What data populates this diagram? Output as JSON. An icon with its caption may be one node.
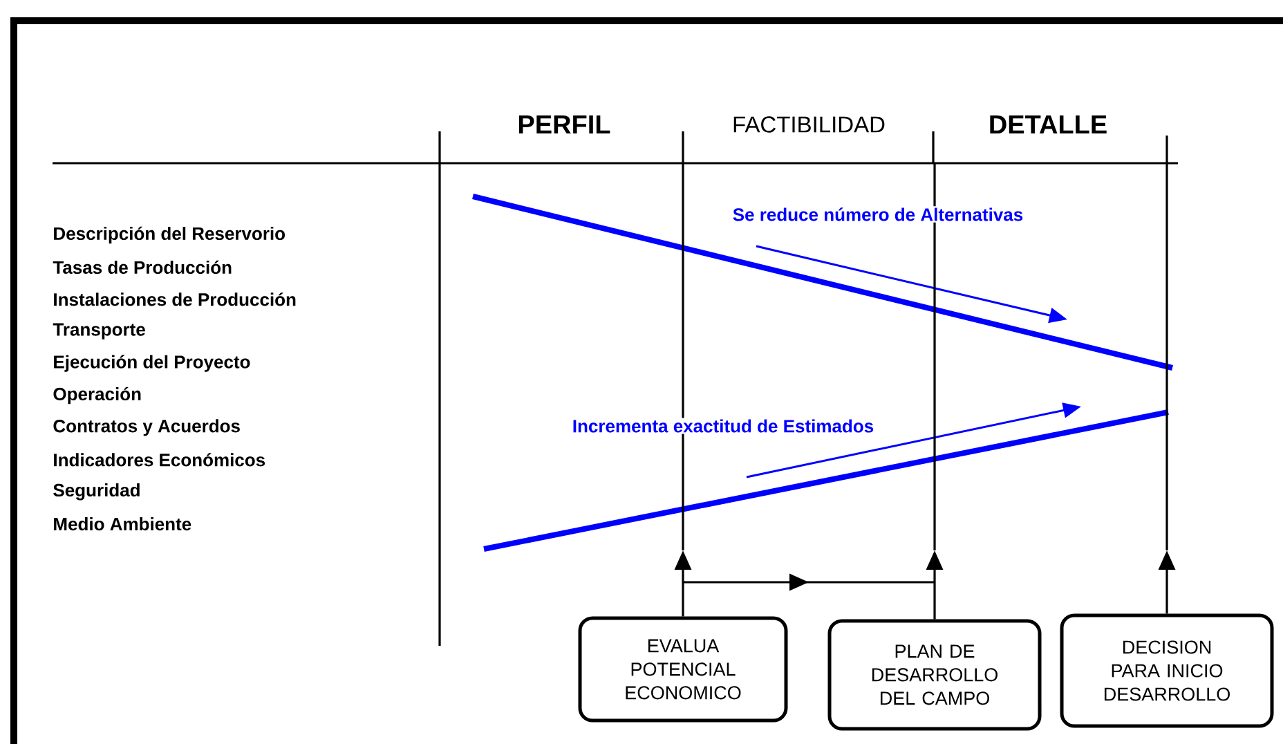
{
  "diagram": {
    "nodes": [
      {
        "text": [
          "EVALUA POTENCIAL ECONOMICO"
        ]
      },
      {
        "text": [
          "PLAN DE DESARROLLO DEL CAMPO"
        ]
      },
      {
        "text": [
          "DECISION PARA INICIO DESARROLLO"
        ]
      }
    ],
    "edges": [
      {
        "from": 0,
        "to": null,
        "arrow": "to"
      },
      {
        "from": 1,
        "to": null,
        "arrow": "to"
      },
      {
        "from": 2,
        "to": null,
        "arrow": "to"
      },
      {
        "from": 0,
        "to": 1,
        "arrow": "to"
      }
    ],
    "labels": [
      "PERFIL",
      "FACTIBILIDAD",
      "DETALLE",
      "Se reduce número de Alternativas",
      "Descripción del Reservorio",
      "Tasas de Producción",
      "Instalaciones de Producción",
      "Transporte",
      "Ejecución del Proyecto",
      "Operación",
      "Contratos y Acuerdos",
      "Indicadores Económicos",
      "Seguridad",
      "Medio Ambiente",
      "Incrementa exactitud de Estimados"
    ]
  }
}
